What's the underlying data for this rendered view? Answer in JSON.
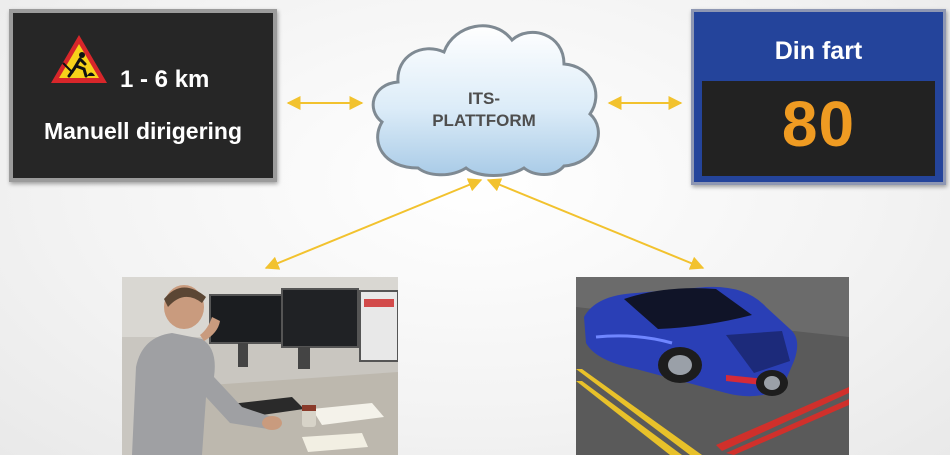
{
  "roadwork_sign": {
    "icon": "roadwork-warning-icon",
    "distance": "1 - 6 km",
    "message": "Manuell dirigering"
  },
  "speed_sign": {
    "title": "Din fart",
    "speed": "80"
  },
  "platform": {
    "line1": "ITS-",
    "line2": "PLATTFORM"
  },
  "photos": {
    "operator": "operator-at-workstation",
    "car": "blue-car-on-road"
  },
  "colors": {
    "connector": "#f2c22e",
    "speed_digits": "#ef9b22",
    "speed_sign_bg": "#24449b"
  }
}
